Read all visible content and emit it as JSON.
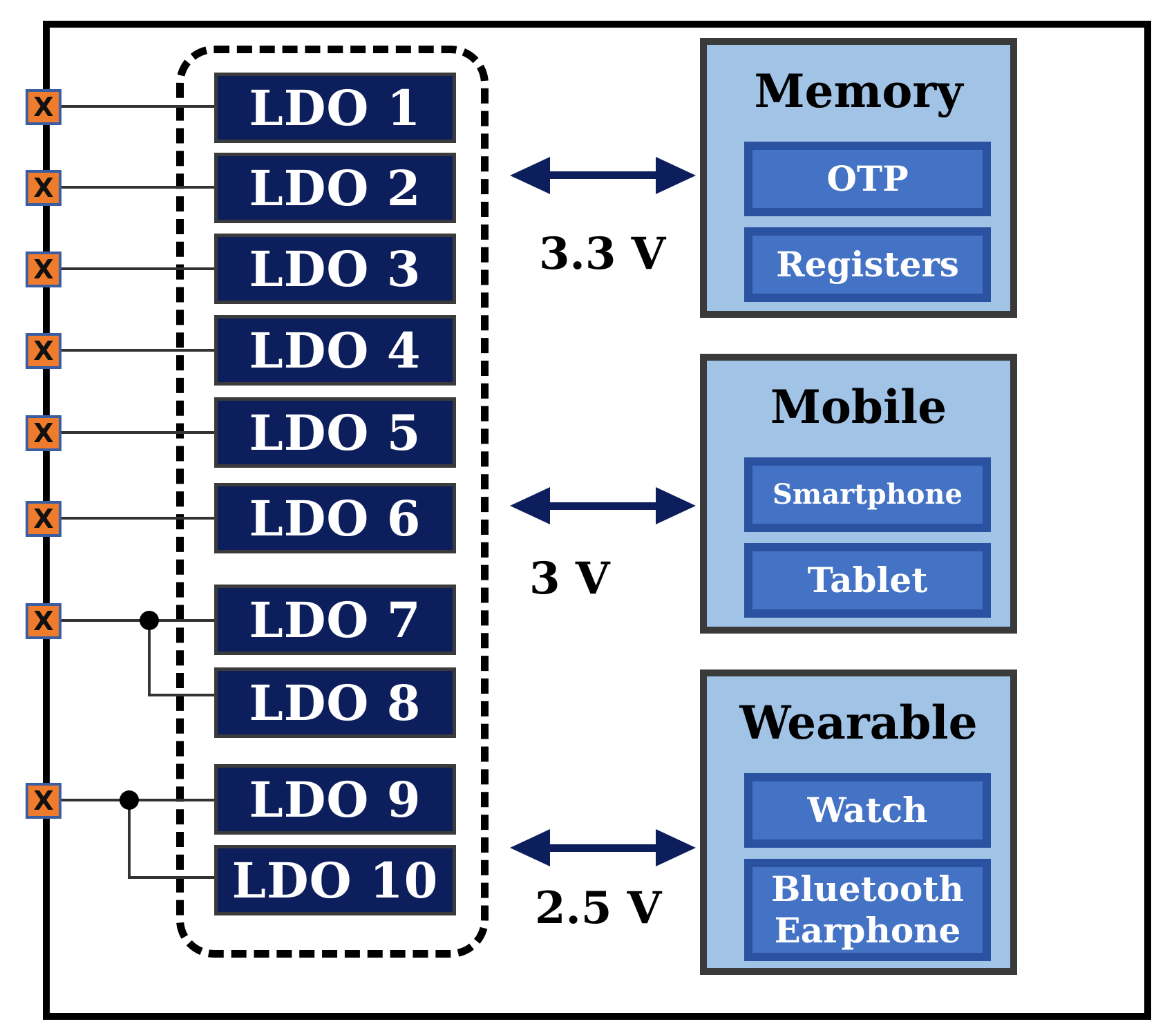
{
  "ldo_labels": [
    "LDO 1",
    "LDO 2",
    "LDO 3",
    "LDO 4",
    "LDO 5",
    "LDO 6",
    "LDO 7",
    "LDO 8",
    "LDO 9",
    "LDO 10"
  ],
  "pad_symbol": "X",
  "voltages": {
    "v1": "3.3 V",
    "v2": "3 V",
    "v3": "2.5 V"
  },
  "groups": {
    "memory": {
      "title": "Memory",
      "item1": "OTP",
      "item2": "Registers"
    },
    "mobile": {
      "title": "Mobile",
      "item1": "Smartphone",
      "item2": "Tablet"
    },
    "wearable": {
      "title": "Wearable",
      "item1": "Watch",
      "item2": "Bluetooth Earphone"
    }
  },
  "colors": {
    "ldo_fill": "#0c1e5c",
    "pad_fill": "#ee7c2c",
    "group_fill": "#a0c3e6",
    "item_fill": "#4472c4",
    "arrow": "#0c1e5c"
  }
}
